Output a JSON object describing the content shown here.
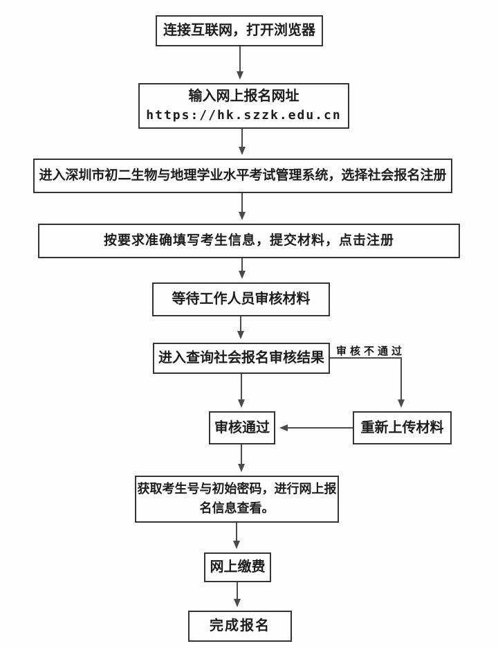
{
  "diagram": {
    "type": "flowchart",
    "colors": {
      "line": "#4a4a4a",
      "box_border": "#333333",
      "text": "#1c1c1c",
      "background": "#fdfdfd"
    },
    "nodes": [
      {
        "id": "connect",
        "label": "连接互联网，打开浏览器"
      },
      {
        "id": "enter-url",
        "label": "输入网上报名网址",
        "url": "https://hk.szzk.edu.cn"
      },
      {
        "id": "system",
        "label": "进入深圳市初二生物与地理学业水平考试管理系统，选择社会报名注册"
      },
      {
        "id": "fill-info",
        "label": "按要求准确填写考生信息，提交材料，点击注册"
      },
      {
        "id": "wait-review",
        "label": "等待工作人员审核材料"
      },
      {
        "id": "query-result",
        "label": "进入查询社会报名审核结果"
      },
      {
        "id": "review-pass",
        "label": "审核通过"
      },
      {
        "id": "reupload",
        "label": "重新上传材料"
      },
      {
        "id": "get-credentials",
        "label": "获取考生号与初始密码，进行网上报名信息查看。"
      },
      {
        "id": "pay-online",
        "label": "网上缴费"
      },
      {
        "id": "finish",
        "label": "完成报名"
      }
    ],
    "edge_labels": {
      "review_fail": "审核不通过"
    }
  }
}
